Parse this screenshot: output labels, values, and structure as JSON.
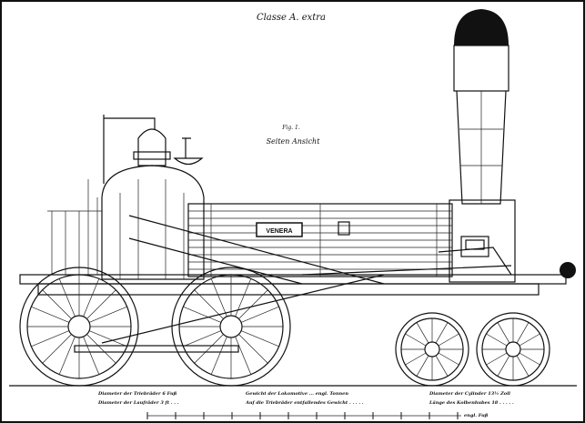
{
  "title": "Classe A. extra",
  "figure": {
    "number": "Fig. 1.",
    "caption": "Seiten Ansicht"
  },
  "nameplate": "VENERA",
  "legend": {
    "left": [
      "Diameter der Triebräder 6 Fuß",
      "Diameter der Laufräder 3 ft . . ."
    ],
    "center": [
      "Gewicht der Lokomotive ... engl. Tonnen",
      "Auf die Triebräder entfallendes Gewicht . . . . ."
    ],
    "right": [
      "Diameter der Cylinder 13½ Zoll",
      "Länge des Kolbenhubes 18 . . . . ."
    ]
  },
  "scale_label": "engl. Fuß",
  "colors": {
    "ink": "#111111",
    "background": "#ffffff"
  }
}
